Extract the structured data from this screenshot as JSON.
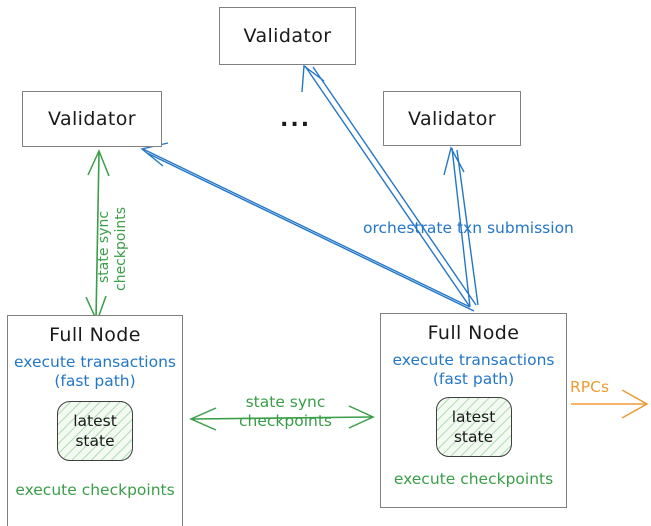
{
  "diagram": {
    "title_text_none": "",
    "colors": {
      "blue": "#2477c7",
      "green": "#3a9e48",
      "orange": "#ee9b33",
      "box_border": "#808080",
      "inner_border": "#3f3f3f",
      "text_dark": "#1a1a1a",
      "hatch_fill": "#f2faf2"
    },
    "validators": [
      {
        "id": "validator-top",
        "label": "Validator"
      },
      {
        "id": "validator-left",
        "label": "Validator"
      },
      {
        "id": "validator-right",
        "label": "Validator"
      }
    ],
    "ellipsis": "...",
    "full_nodes": [
      {
        "id": "full-node-left",
        "title": "Full Node",
        "blue_line_1": "execute transactions",
        "blue_line_2": "(fast path)",
        "inner_line_1": "latest",
        "inner_line_2": "state",
        "green_line": "execute checkpoints"
      },
      {
        "id": "full-node-right",
        "title": "Full Node",
        "blue_line_1": "execute transactions",
        "blue_line_2": "(fast path)",
        "inner_line_1": "latest",
        "inner_line_2": "state",
        "green_line": "execute checkpoints"
      }
    ],
    "edge_labels": {
      "orchestrate": "orchestrate txn submission",
      "state_sync_vertical_line_1": "state sync",
      "state_sync_vertical_line_2": "checkpoints",
      "state_sync_horizontal_line_1": "state sync",
      "state_sync_horizontal_line_2": "checkpoints",
      "rpcs": "RPCs"
    }
  }
}
